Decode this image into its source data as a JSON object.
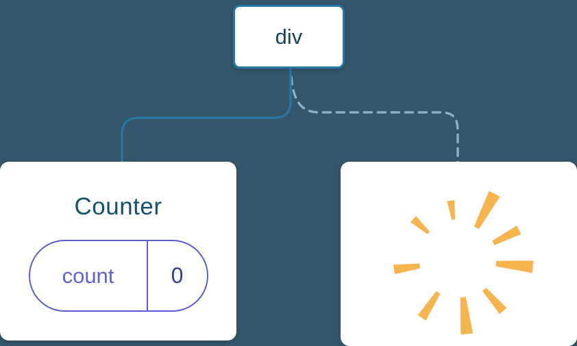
{
  "diagram": {
    "description": "Component tree diagram: a div root with a preserved Counter child (state count = 0) and a removed child shown as a poof starburst",
    "root_node": {
      "label": "div"
    },
    "counter_node": {
      "title": "Counter",
      "state": {
        "key": "count",
        "value": "0"
      }
    },
    "removed_node": {
      "icon": "poof-starburst-icon"
    }
  },
  "colors": {
    "background": "#34566A",
    "card_bg": "#FFFFFF",
    "root_border": "#2778A9",
    "root_text": "#1A4357",
    "solid_connector": "#2778A9",
    "dashed_connector": "#8FAEC2",
    "counter_title": "#15516B",
    "pill_border": "#5B5BD6",
    "state_key": "#6060D9",
    "state_value": "#3A3A96",
    "spark": "#F6B44F"
  }
}
